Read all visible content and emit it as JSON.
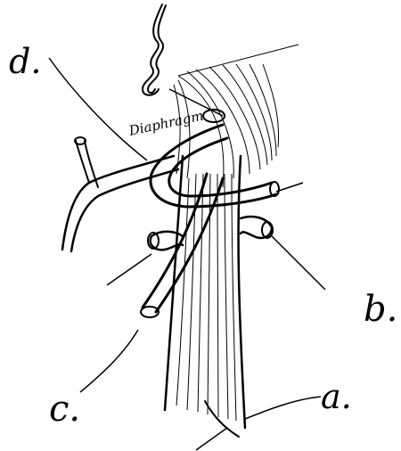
{
  "labels": {
    "a": "a.",
    "b": "b.",
    "c": "c.",
    "d": "d.",
    "diaphragm": "Diaphragm"
  },
  "colors": {
    "ink": "#000000",
    "paper": "#ffffff"
  }
}
